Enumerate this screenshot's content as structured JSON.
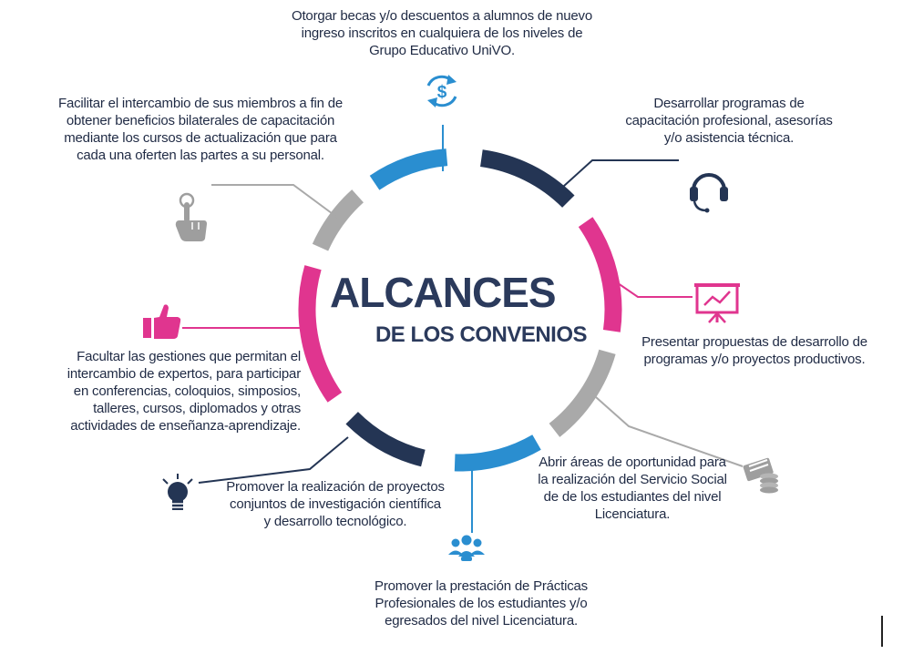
{
  "title": {
    "line1": "ALCANCES",
    "line2": "DE LOS CONVENIOS"
  },
  "colors": {
    "blue": "#2a8ed0",
    "navy": "#243554",
    "pink": "#e0358f",
    "gray": "#a9a9a9",
    "text": "#1f2a44"
  },
  "items": {
    "becas": {
      "icon": "dollar-refresh-icon",
      "lines": [
        "Otorgar becas y/o descuentos a alumnos de nuevo",
        "ingreso inscritos en cualquiera de los niveles de",
        "Grupo Educativo UniVO."
      ]
    },
    "capacitacion": {
      "icon": "headset-icon",
      "lines": [
        "Desarrollar programas de",
        "capacitación profesional, asesorías",
        "y/o asistencia técnica."
      ]
    },
    "propuestas": {
      "icon": "presentation-chart-icon",
      "lines": [
        "Presentar propuestas de desarrollo de",
        "programas y/o proyectos productivos."
      ]
    },
    "servicio_social": {
      "icon": "money-coins-icon",
      "lines": [
        "Abrir áreas de oportunidad para",
        "la realización del Servicio Social",
        "de  de los estudiantes del nivel",
        "Licenciatura."
      ]
    },
    "practicas": {
      "icon": "group-people-icon",
      "lines": [
        "Promover la prestación de Prácticas",
        "Profesionales de los estudiantes y/o",
        "egresados del nivel Licenciatura."
      ]
    },
    "investigacion": {
      "icon": "lightbulb-icon",
      "lines": [
        "Promover  la realización de proyectos",
        "conjuntos de investigación científica",
        "y desarrollo tecnológico."
      ]
    },
    "expertos": {
      "icon": "thumbs-up-icon",
      "lines": [
        "Facultar  las gestiones que permitan el",
        "intercambio de expertos, para participar",
        "en conferencias, coloquios, simposios,",
        "talleres, cursos,  diplomados y otras",
        "actividades de enseñanza-aprendizaje."
      ]
    },
    "intercambio": {
      "icon": "touch-hand-icon",
      "lines": [
        "Facilitar el intercambio de sus miembros a fin de",
        "obtener beneficios bilaterales de capacitación",
        "mediante los cursos de actualización que para",
        "cada una oferten las partes a su personal."
      ]
    }
  }
}
